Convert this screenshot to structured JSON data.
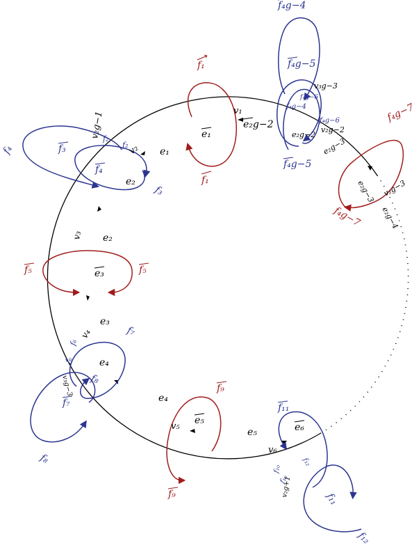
{
  "colors": {
    "cycle": "#000000",
    "red": "#a01c1c",
    "blue": "#2b3590"
  },
  "vertices": {
    "v1": "v₁",
    "v2": "v₂",
    "v3": "v₃",
    "v4": "v₄",
    "v5": "v₅",
    "v6": "v₆",
    "v2g_1": "v₂g−1",
    "v2g_2": "v₂g−2",
    "v2g_3": "v₂g−3",
    "v3g_3": "v₃g−3",
    "v3g_3_b": "v₃g−3",
    "v2g_1_b": "v₂g+1"
  },
  "edges": {
    "e1_up": "e₁",
    "e1_down": "e₁",
    "e2_up": "e₂",
    "e2_down": "e₂",
    "e3_up": "e₃",
    "e3_down": "e₃",
    "e4_up": "e₄",
    "e4_down": "e₄",
    "e5_up": "e₅",
    "e5_down": "e₅",
    "e6": "e₆",
    "e2g2_up": "e₂g−2",
    "e2g2_down": "e₂g−2",
    "e2g3_up": "e₂g−3",
    "e2g3_down": "e₂g−3",
    "e2g4": "e₂g−4"
  },
  "faces": {
    "f1_top": "f₁",
    "f1_bot": "f₁",
    "f2_a": "f₂",
    "f2_b": "f₂",
    "f3_a": "f₃",
    "f3_b": "f₃",
    "f4_a": "f₄",
    "f4_b": "f₄",
    "f5_l": "f₅",
    "f5_r": "f₅",
    "f6_a": "f₆",
    "f6_b": "f₆",
    "f7_a": "f₇",
    "f7_b": "f₇",
    "f8_a": "f₈",
    "f8_b": "f₈",
    "f9_top": "f₉",
    "f9_bot": "f₉",
    "f10_a": "f₁₀",
    "f10_b": "f₁₀",
    "f11_a": "f₁₁",
    "f11_b": "f₁₁",
    "f12_a": "f₁₂",
    "f12_b": "f₁₂",
    "f4g4": "f₄g−4",
    "f4g5_a": "f₄g−5",
    "f4g5_b": "f₄g−5",
    "f4g4_s": "f₄g−4",
    "f4g6": "f₄g−6",
    "f4g6_s": "f₄g−6",
    "f4g7_a": "f₄g−7",
    "f4g7_b": "f₄g−7"
  },
  "arrow_glyph_right": "⃗",
  "arrow_glyph_left": "⃖"
}
